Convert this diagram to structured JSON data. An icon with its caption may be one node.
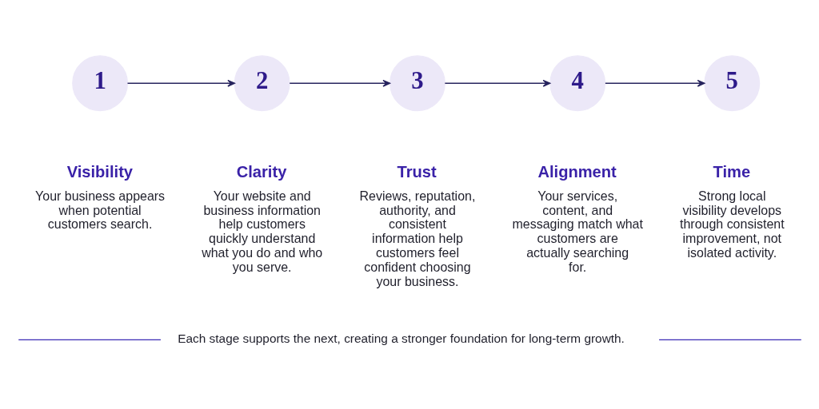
{
  "diagram": {
    "caption": "Each stage supports the next, creating a stronger foundation for long-term growth.",
    "nodes": [
      {
        "text": [
          "1"
        ],
        "beside": [
          "Visibility",
          "Your business appears when potential customers search."
        ]
      },
      {
        "text": [
          "2"
        ],
        "beside": [
          "Clarity",
          "Your website and business information help customers quickly understand what you do and who you serve."
        ]
      },
      {
        "text": [
          "3"
        ],
        "beside": [
          "Trust",
          "Reviews, reputation, authority, and consistent information help customers feel confident choosing your business."
        ]
      },
      {
        "text": [
          "4"
        ],
        "beside": [
          "Alignment",
          "Your services, content, and messaging match what customers are actually searching for."
        ]
      },
      {
        "text": [
          "5"
        ],
        "beside": [
          "Time",
          "Strong local visibility develops through consistent improvement, not isolated activity."
        ]
      }
    ],
    "edges": [
      {
        "from": 0,
        "to": 1,
        "arrow": "to"
      },
      {
        "from": 1,
        "to": 2,
        "arrow": "to"
      },
      {
        "from": 2,
        "to": 3,
        "arrow": "to"
      },
      {
        "from": 3,
        "to": 4,
        "arrow": "to"
      }
    ]
  }
}
